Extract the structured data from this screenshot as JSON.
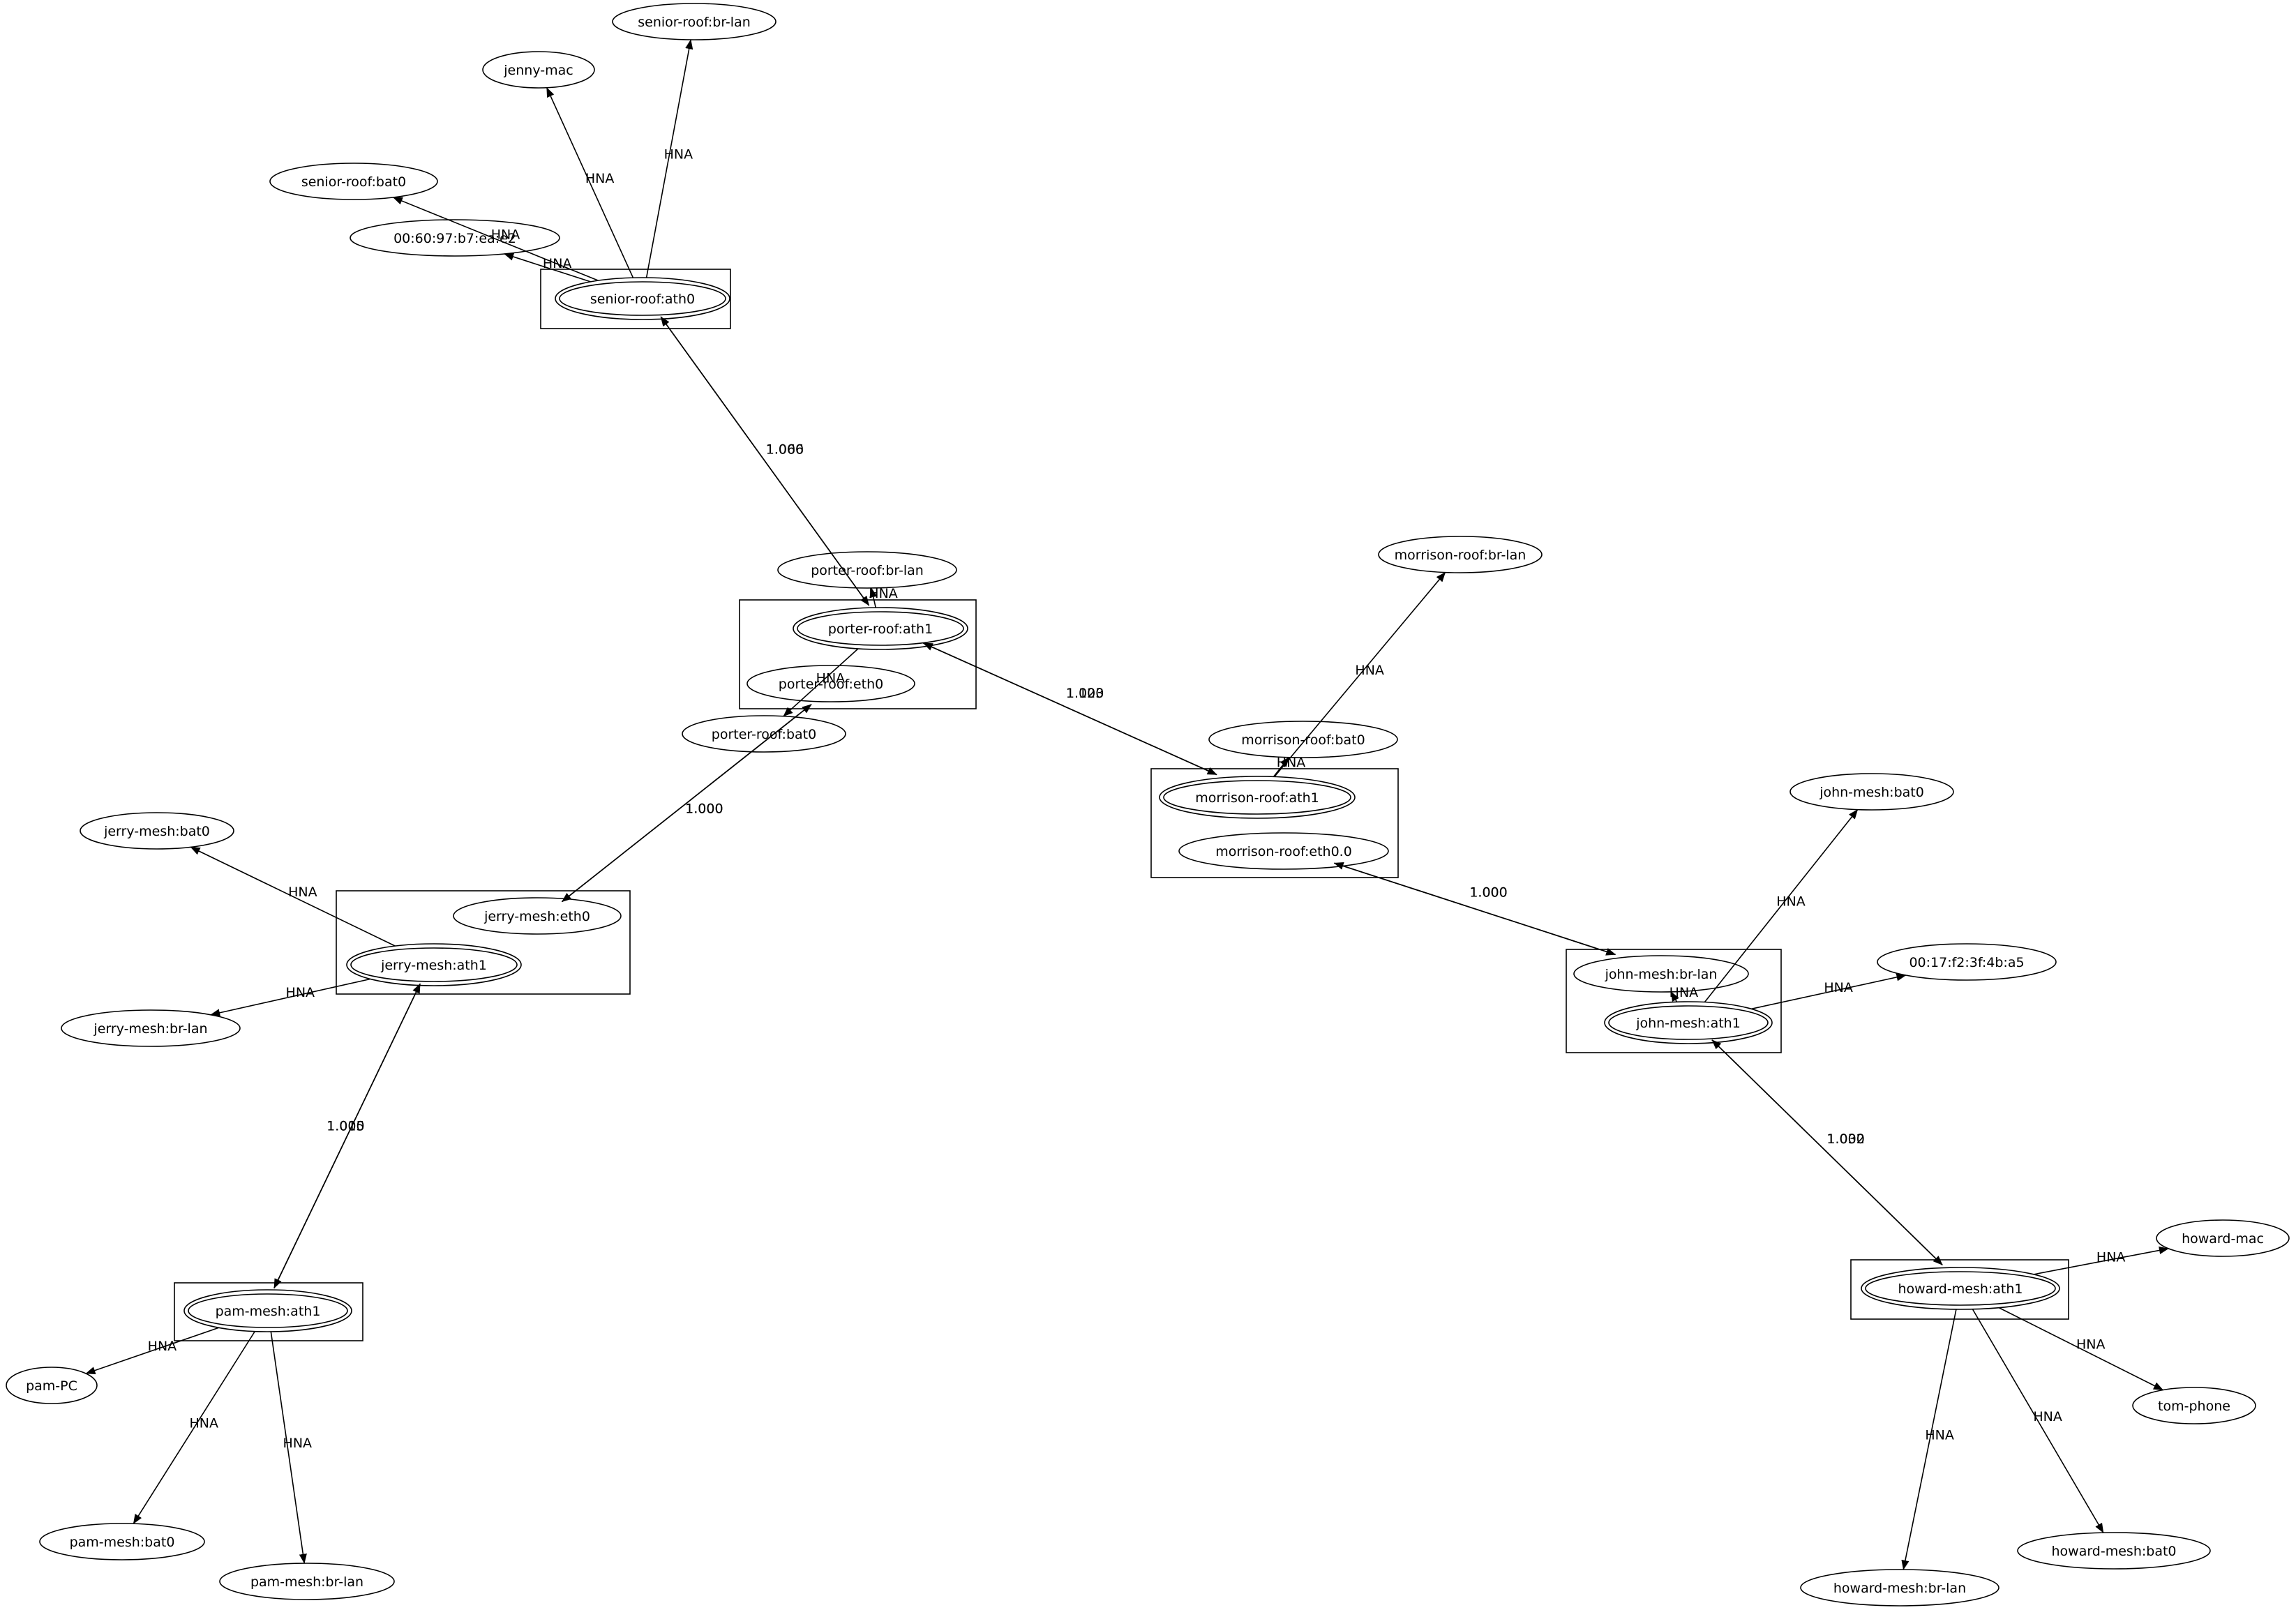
{
  "nodes": [
    {
      "id": "senior-roof-br-lan",
      "label": "senior-roof:br-lan"
    },
    {
      "id": "jenny-mac",
      "label": "jenny-mac"
    },
    {
      "id": "senior-roof-bat0",
      "label": "senior-roof:bat0"
    },
    {
      "id": "mac-0060",
      "label": "00:60:97:b7:ea:e2"
    },
    {
      "id": "senior-roof-ath0",
      "label": "senior-roof:ath0",
      "primary": true
    },
    {
      "id": "porter-roof-br-lan",
      "label": "porter-roof:br-lan"
    },
    {
      "id": "porter-roof-ath1",
      "label": "porter-roof:ath1",
      "primary": true
    },
    {
      "id": "porter-roof-eth0",
      "label": "porter-roof:eth0"
    },
    {
      "id": "porter-roof-bat0",
      "label": "porter-roof:bat0"
    },
    {
      "id": "morrison-roof-br-lan",
      "label": "morrison-roof:br-lan"
    },
    {
      "id": "morrison-roof-bat0",
      "label": "morrison-roof:bat0"
    },
    {
      "id": "morrison-roof-ath1",
      "label": "morrison-roof:ath1",
      "primary": true
    },
    {
      "id": "morrison-roof-eth0-0",
      "label": "morrison-roof:eth0.0"
    },
    {
      "id": "john-mesh-bat0",
      "label": "john-mesh:bat0"
    },
    {
      "id": "mac-0017",
      "label": "00:17:f2:3f:4b:a5"
    },
    {
      "id": "john-mesh-br-lan",
      "label": "john-mesh:br-lan"
    },
    {
      "id": "john-mesh-ath1",
      "label": "john-mesh:ath1",
      "primary": true
    },
    {
      "id": "jerry-mesh-bat0",
      "label": "jerry-mesh:bat0"
    },
    {
      "id": "jerry-mesh-eth0",
      "label": "jerry-mesh:eth0"
    },
    {
      "id": "jerry-mesh-ath1",
      "label": "jerry-mesh:ath1",
      "primary": true
    },
    {
      "id": "jerry-mesh-br-lan",
      "label": "jerry-mesh:br-lan"
    },
    {
      "id": "pam-mesh-ath1",
      "label": "pam-mesh:ath1",
      "primary": true
    },
    {
      "id": "pam-pc",
      "label": "pam-PC"
    },
    {
      "id": "pam-mesh-bat0",
      "label": "pam-mesh:bat0"
    },
    {
      "id": "pam-mesh-br-lan",
      "label": "pam-mesh:br-lan"
    },
    {
      "id": "howard-mac",
      "label": "howard-mac"
    },
    {
      "id": "howard-mesh-ath1",
      "label": "howard-mesh:ath1",
      "primary": true
    },
    {
      "id": "tom-phone",
      "label": "tom-phone"
    },
    {
      "id": "howard-mesh-bat0",
      "label": "howard-mesh:bat0"
    },
    {
      "id": "howard-mesh-br-lan",
      "label": "howard-mesh:br-lan"
    }
  ],
  "edges": [
    {
      "from": "senior-roof-ath0",
      "to": "senior-roof-br-lan",
      "label": "HNA"
    },
    {
      "from": "senior-roof-ath0",
      "to": "jenny-mac",
      "label": "HNA"
    },
    {
      "from": "senior-roof-ath0",
      "to": "senior-roof-bat0",
      "label": "HNA"
    },
    {
      "from": "senior-roof-ath0",
      "to": "mac-0060",
      "label": "HNA"
    },
    {
      "from": "porter-roof-ath1",
      "to": "senior-roof-ath0",
      "label": "1.066"
    },
    {
      "from": "senior-roof-ath0",
      "to": "porter-roof-ath1",
      "label": "1.000"
    },
    {
      "from": "porter-roof-ath1",
      "to": "porter-roof-br-lan",
      "label": "HNA"
    },
    {
      "from": "porter-roof-ath1",
      "to": "porter-roof-bat0",
      "label": "HNA"
    },
    {
      "from": "morrison-roof-ath1",
      "to": "porter-roof-ath1",
      "label": "1.000"
    },
    {
      "from": "porter-roof-ath1",
      "to": "morrison-roof-ath1",
      "label": "1.123"
    },
    {
      "from": "morrison-roof-ath1",
      "to": "morrison-roof-br-lan",
      "label": "HNA"
    },
    {
      "from": "morrison-roof-ath1",
      "to": "morrison-roof-bat0",
      "label": "HNA"
    },
    {
      "from": "jerry-mesh-eth0",
      "to": "porter-roof-eth0",
      "label": "1.000"
    },
    {
      "from": "porter-roof-eth0",
      "to": "jerry-mesh-eth0",
      "label": "1.000"
    },
    {
      "from": "jerry-mesh-ath1",
      "to": "jerry-mesh-bat0",
      "label": "HNA"
    },
    {
      "from": "jerry-mesh-ath1",
      "to": "jerry-mesh-br-lan",
      "label": "HNA"
    },
    {
      "from": "john-mesh-br-lan",
      "to": "morrison-roof-eth0-0",
      "label": "1.000"
    },
    {
      "from": "morrison-roof-eth0-0",
      "to": "john-mesh-br-lan",
      "label": "1.000"
    },
    {
      "from": "john-mesh-ath1",
      "to": "john-mesh-bat0",
      "label": "HNA"
    },
    {
      "from": "john-mesh-ath1",
      "to": "mac-0017",
      "label": "HNA"
    },
    {
      "from": "john-mesh-ath1",
      "to": "john-mesh-br-lan",
      "label": "HNA"
    },
    {
      "from": "pam-mesh-ath1",
      "to": "jerry-mesh-ath1",
      "label": "1.015"
    },
    {
      "from": "jerry-mesh-ath1",
      "to": "pam-mesh-ath1",
      "label": "1.000"
    },
    {
      "from": "pam-mesh-ath1",
      "to": "pam-pc",
      "label": "HNA"
    },
    {
      "from": "pam-mesh-ath1",
      "to": "pam-mesh-bat0",
      "label": "HNA"
    },
    {
      "from": "pam-mesh-ath1",
      "to": "pam-mesh-br-lan",
      "label": "HNA"
    },
    {
      "from": "howard-mesh-ath1",
      "to": "john-mesh-ath1",
      "label": "1.032"
    },
    {
      "from": "john-mesh-ath1",
      "to": "howard-mesh-ath1",
      "label": "1.000"
    },
    {
      "from": "howard-mesh-ath1",
      "to": "howard-mac",
      "label": "HNA"
    },
    {
      "from": "howard-mesh-ath1",
      "to": "tom-phone",
      "label": "HNA"
    },
    {
      "from": "howard-mesh-ath1",
      "to": "howard-mesh-bat0",
      "label": "HNA"
    },
    {
      "from": "howard-mesh-ath1",
      "to": "howard-mesh-br-lan",
      "label": "HNA"
    }
  ]
}
